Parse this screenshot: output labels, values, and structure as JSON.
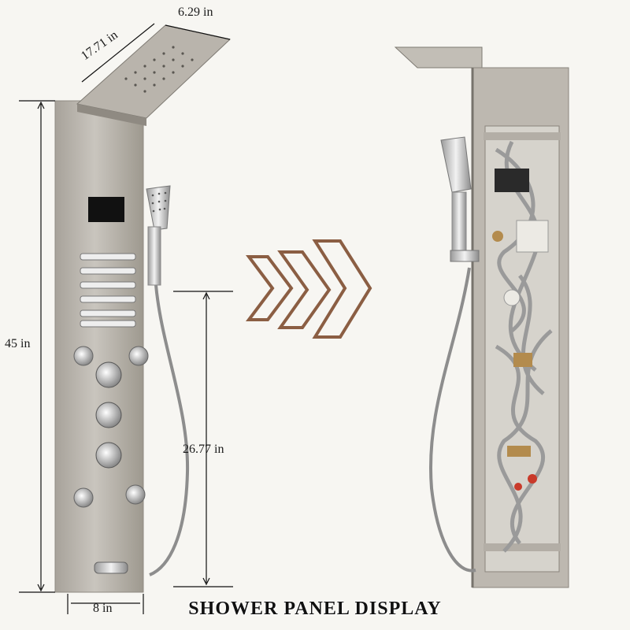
{
  "dimensions": {
    "width": "6.29 in",
    "depth": "17.71 in",
    "height": "45 in",
    "hose_height": "26.77 in",
    "base_width": "8 in"
  },
  "caption": "SHOWER PANEL DISPLAY",
  "colors": {
    "background": "#f7f6f2",
    "panel_steel": "#bdb8b0",
    "chevron": "#8b5e43",
    "hose": "#8d8d8d",
    "chrome": "#d8d8d8"
  }
}
